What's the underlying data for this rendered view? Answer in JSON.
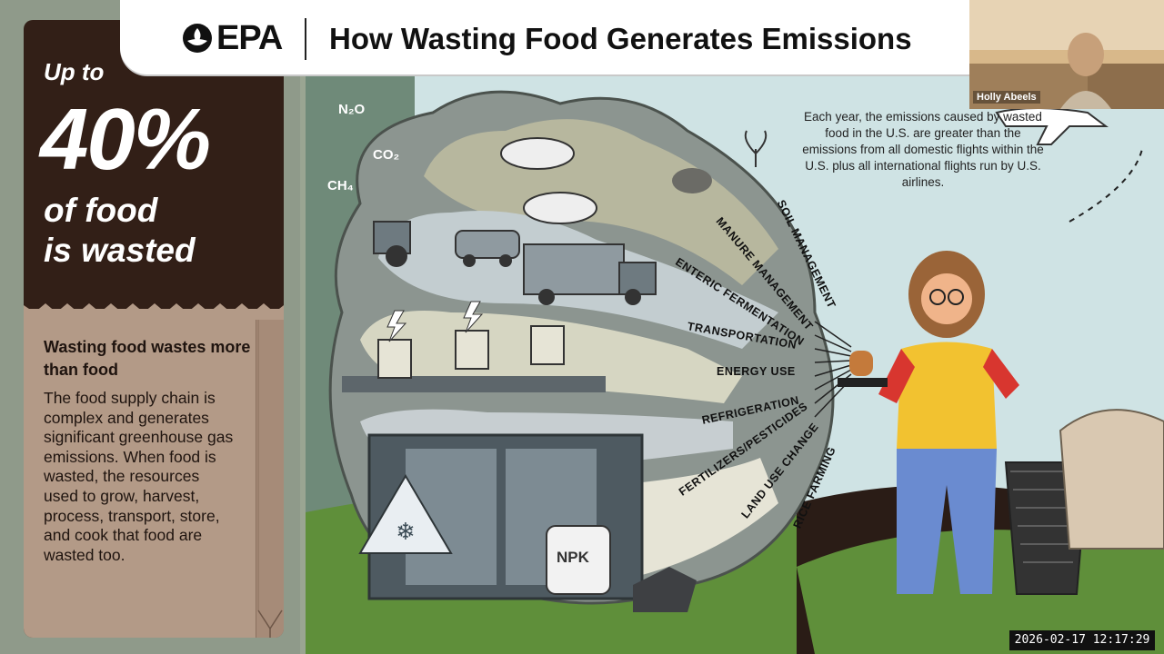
{
  "header": {
    "logo_text": "EPA",
    "title": "How Wasting Food Generates Emissions"
  },
  "stat": {
    "prefix": "Up to",
    "value": "40%",
    "line1": "of food",
    "line2": "is wasted"
  },
  "bag": {
    "heading": "Wasting food wastes more than food",
    "body": "The food supply chain is complex and generates significant greenhouse gas emissions. When food is wasted, the resources used to grow, harvest, process, transport, store, and cook that food are wasted too."
  },
  "gases": [
    "N₂O",
    "CO₂",
    "CH₄"
  ],
  "categories": [
    "SOIL MANAGEMENT",
    "MANURE MANAGEMENT",
    "ENTERIC FERMENTATION",
    "TRANSPORTATION",
    "ENERGY USE",
    "REFRIGERATION",
    "FERTILIZERS/PESTICIDES",
    "LAND USE CHANGE",
    "RICE FARMING"
  ],
  "bag_label": "NPK",
  "emissions_note": "Each year, the emissions caused by wasted food in the U.S. are greater than the emissions from all domestic flights within the U.S. plus all international flights run by U.S. airlines.",
  "webcam": {
    "name": "Holly Abeels"
  },
  "timestamp": "2026-02-17  12:17:29",
  "colors": {
    "dark_brown": "#321f17",
    "bag_tan": "#b39a87",
    "sky": "#cfe3e4",
    "shirt_yellow": "#f2c230",
    "pants_blue": "#6a8bd0",
    "grass": "#5f8f3a"
  }
}
